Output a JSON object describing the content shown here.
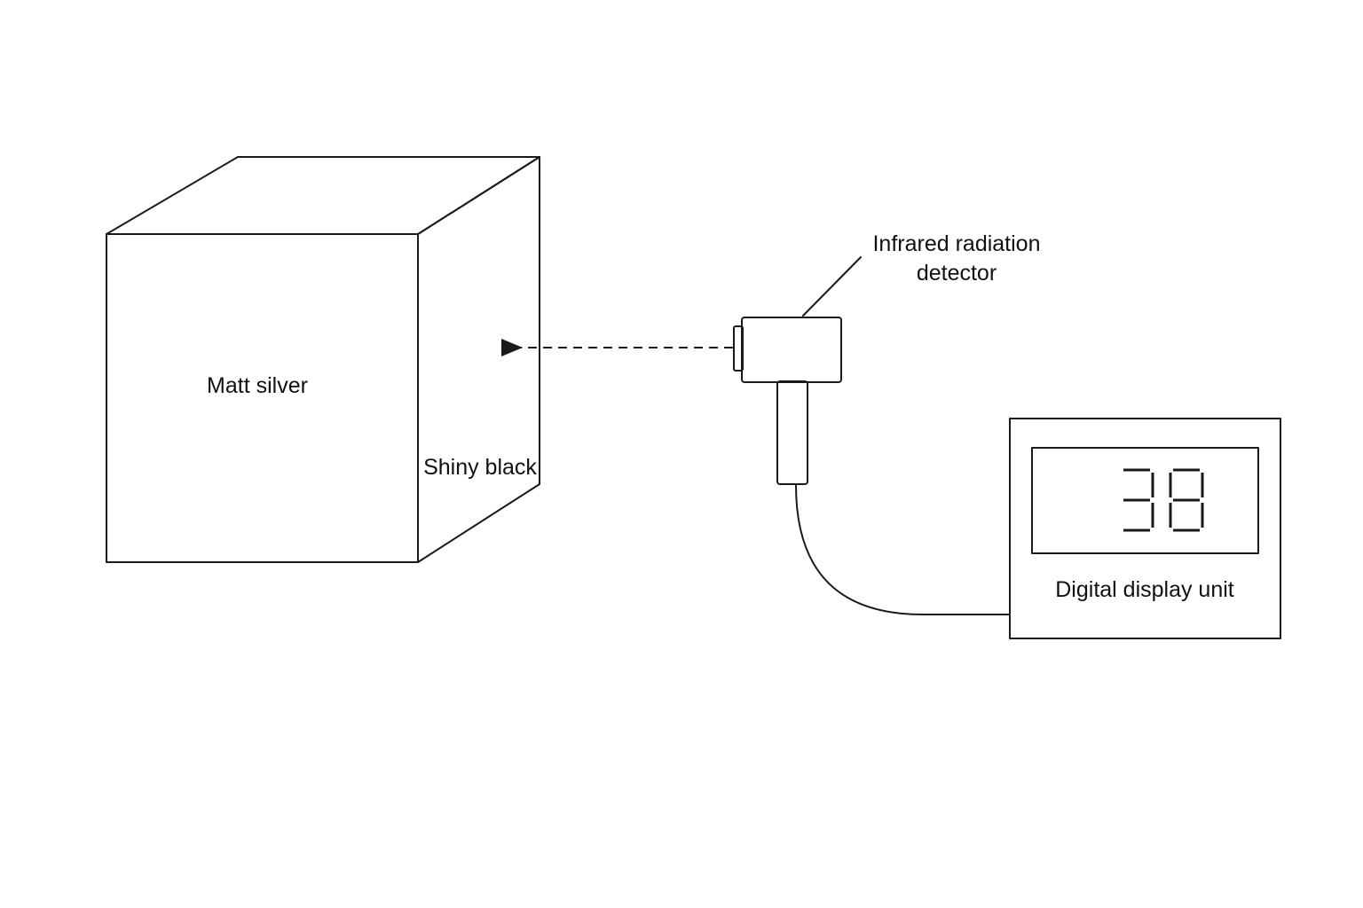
{
  "cube": {
    "front_face_label": "Matt silver",
    "side_face_label": "Shiny black"
  },
  "detector": {
    "label_line1": "Infrared radiation",
    "label_line2": "detector"
  },
  "display_unit": {
    "label": "Digital display unit",
    "reading": "38"
  }
}
